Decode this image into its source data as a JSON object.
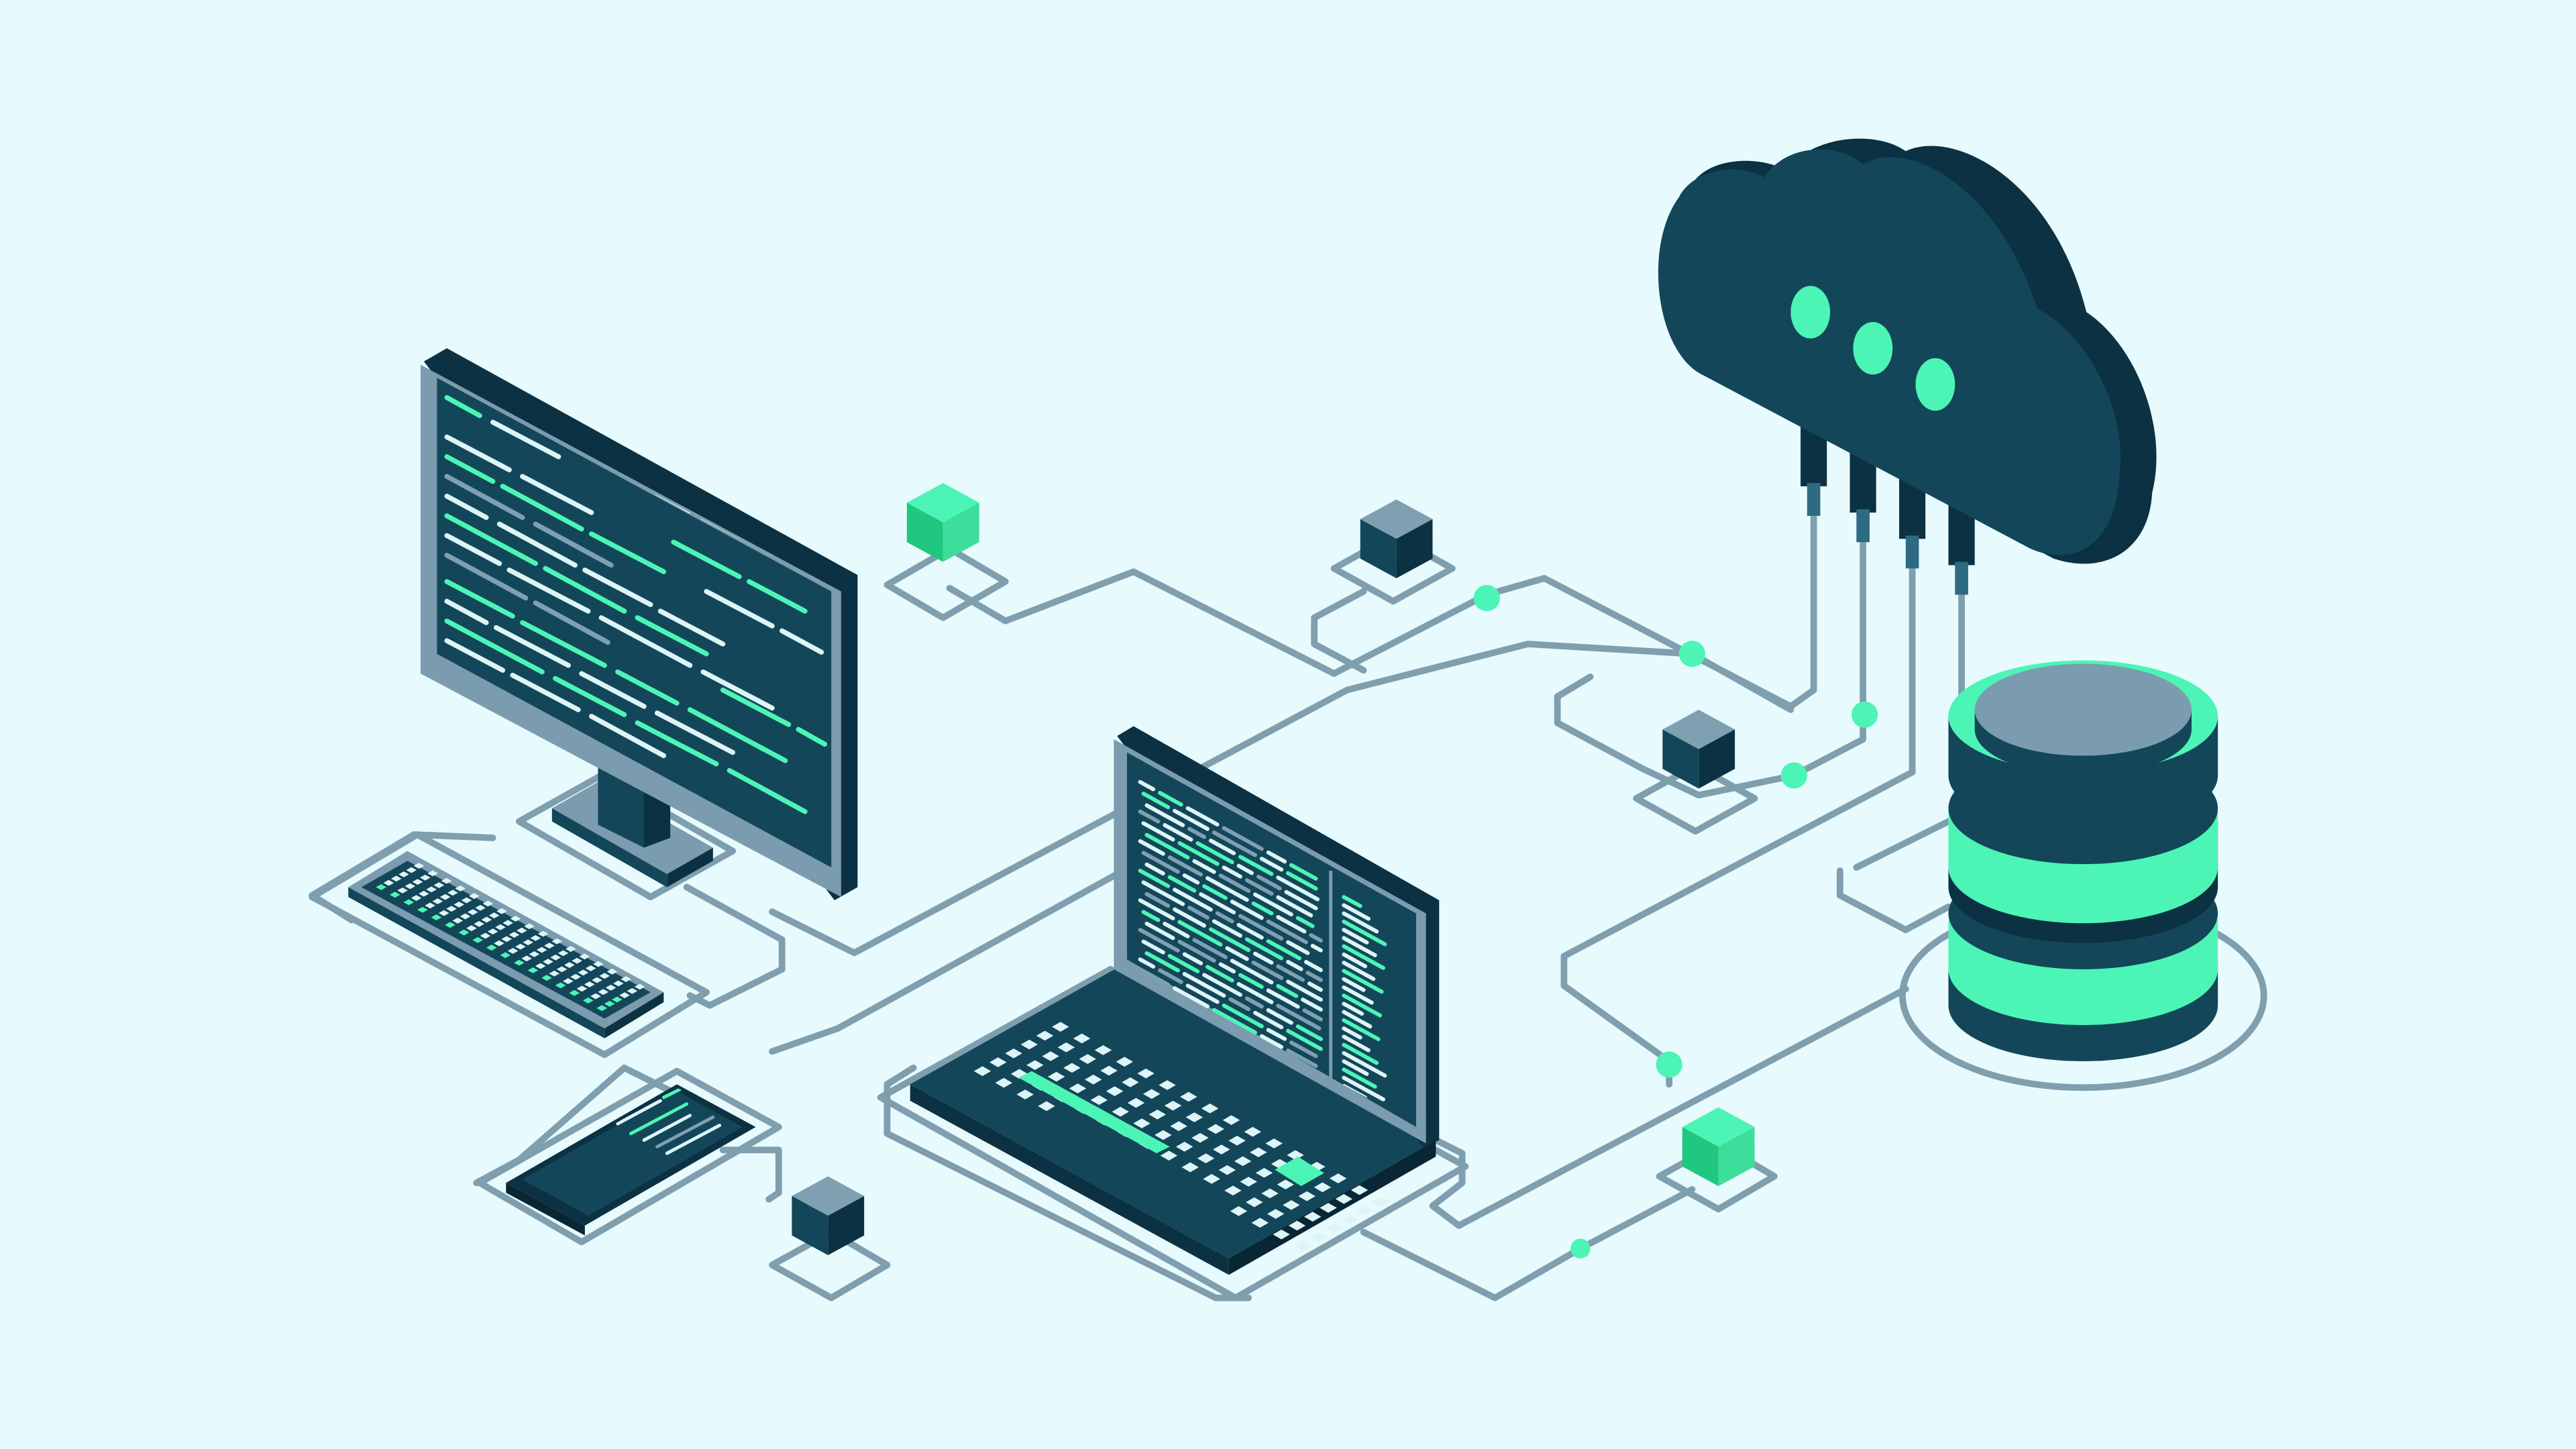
{
  "scene": {
    "type": "isometric-network-illustration",
    "texts": []
  },
  "palette": {
    "background": "#E7FAFD",
    "wire": "#7F9FAF",
    "dark": "#134659",
    "darker": "#0C3142",
    "darkest": "#082633",
    "bezel": "#7B9CAE",
    "accent": "#4CF5B5",
    "accent_dark": "#1FC77F",
    "light_key": "#DDF5F7",
    "slate": "#7EA0B1"
  },
  "devices": [
    {
      "name": "desktop-monitor",
      "icon": "monitor-icon"
    },
    {
      "name": "keyboard",
      "icon": "keyboard-icon"
    },
    {
      "name": "laptop",
      "icon": "laptop-icon"
    },
    {
      "name": "smartphone",
      "icon": "phone-icon"
    },
    {
      "name": "cloud-server",
      "icon": "cloud-icon"
    },
    {
      "name": "database",
      "icon": "database-icon"
    }
  ],
  "network_nodes": [
    {
      "name": "node-cube-green-top",
      "color": "accent"
    },
    {
      "name": "node-cube-slate-top",
      "color": "slate"
    },
    {
      "name": "node-cube-center",
      "color": "dark"
    },
    {
      "name": "node-cube-bottom-left",
      "color": "dark"
    },
    {
      "name": "node-cube-green-bottom",
      "color": "accent"
    }
  ]
}
